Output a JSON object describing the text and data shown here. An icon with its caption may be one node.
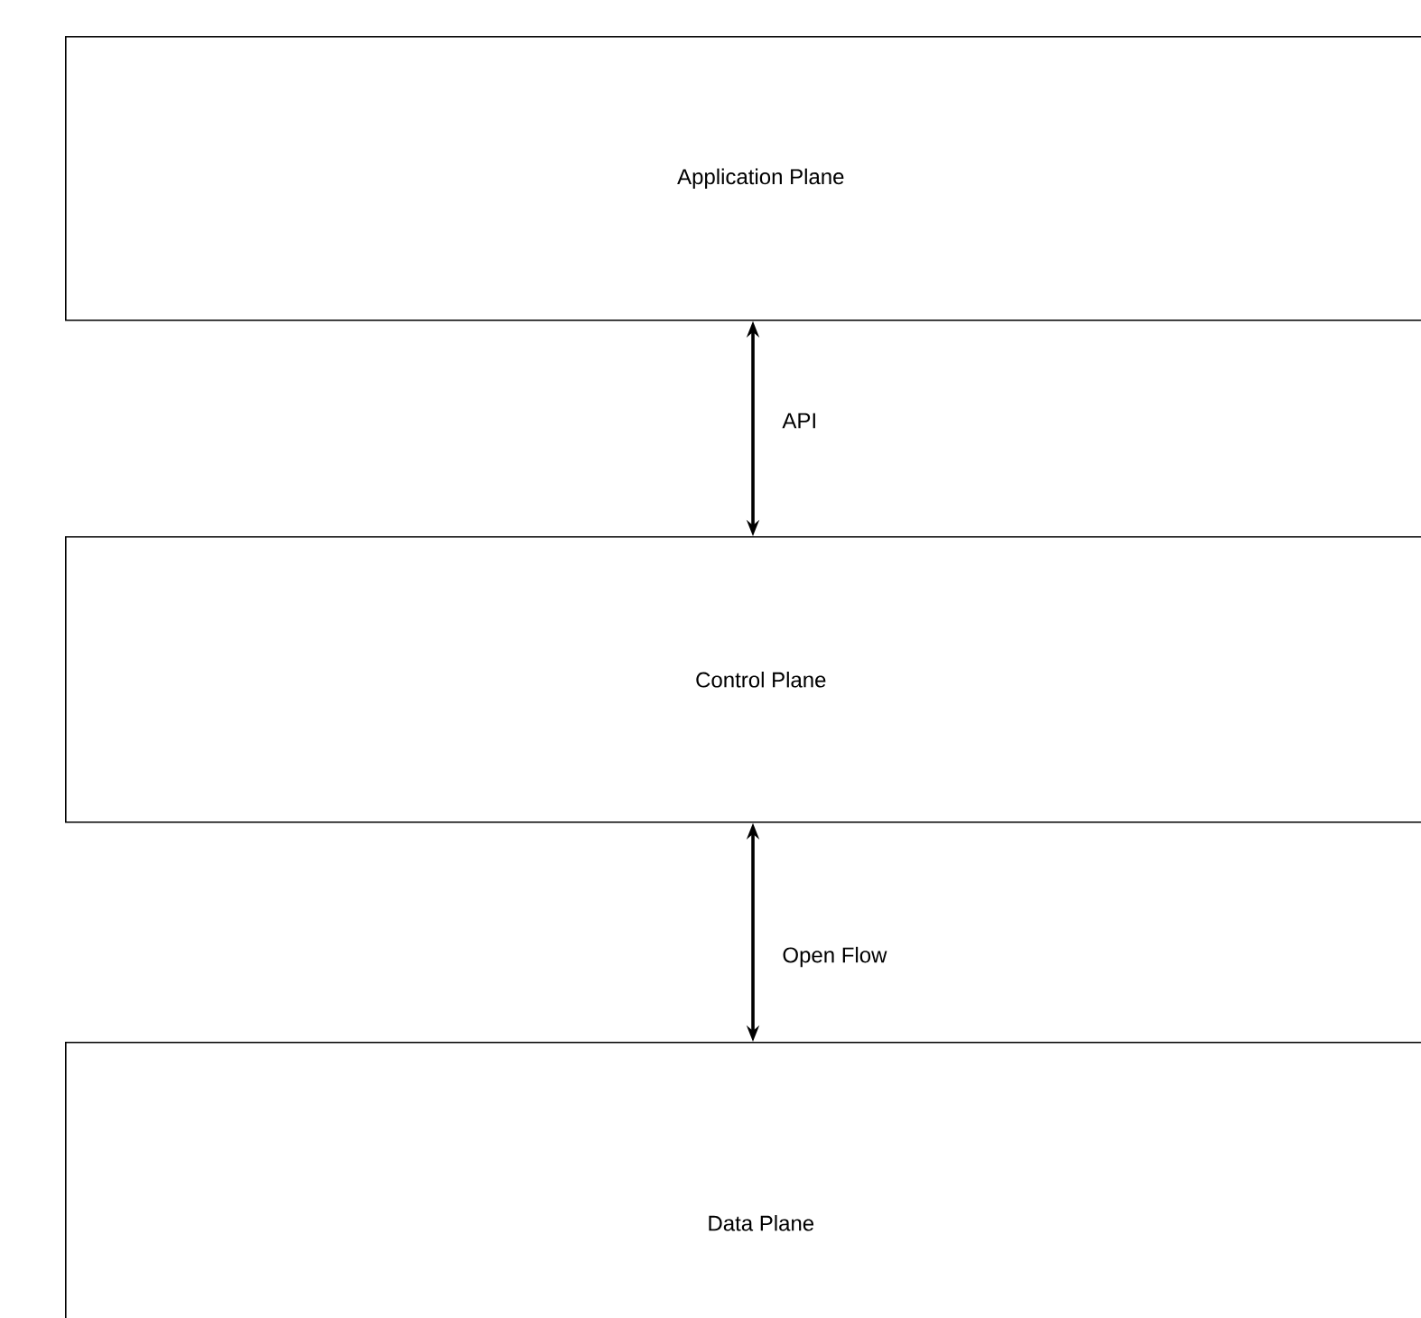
{
  "diagram": {
    "nodes": [
      {
        "text": [
          "Application Plane"
        ]
      },
      {
        "text": [
          "Control Plane"
        ]
      },
      {
        "text": [
          "Data Plane"
        ]
      }
    ],
    "edges": [
      {
        "from": 0,
        "to": 1,
        "arrow": "both",
        "label": "API"
      },
      {
        "from": 1,
        "to": 2,
        "arrow": "both",
        "label": "Open Flow"
      }
    ]
  }
}
